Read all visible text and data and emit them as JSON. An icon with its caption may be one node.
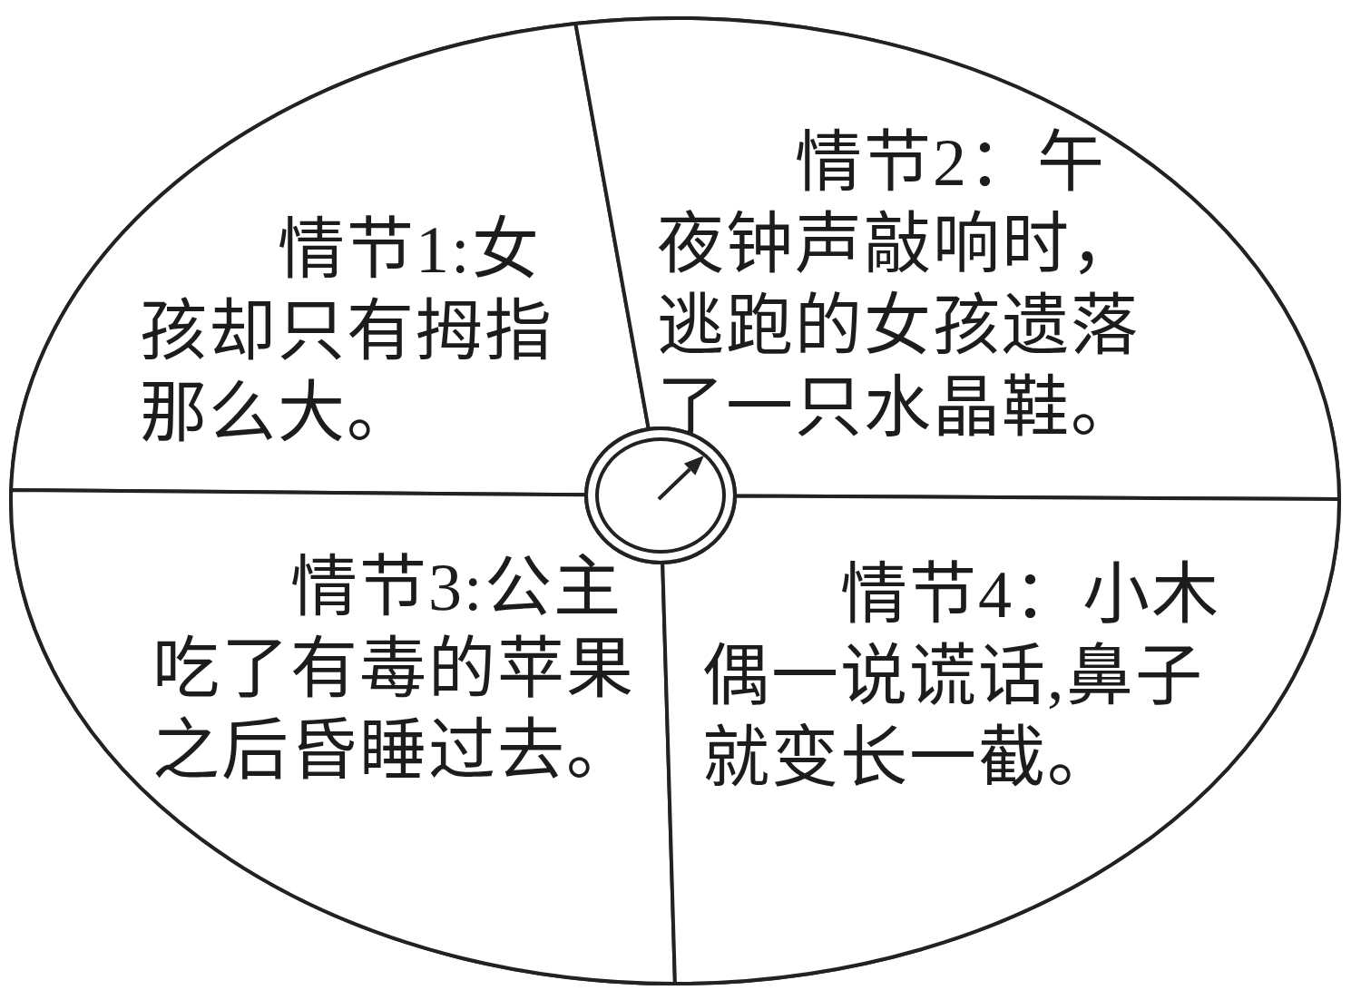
{
  "diagram": {
    "nodes": [
      {
        "text": [],
        "shape": "ellipse"
      },
      {
        "text": [
          "情节1:女孩却只有拇指那么大。"
        ],
        "in": 0
      },
      {
        "text": [
          "情节2：午夜钟声敲响时，逃跑的女孩遗落了一只水晶鞋。"
        ],
        "in": 0
      },
      {
        "text": [
          "情节3:公主吃了有毒的苹果之后昏睡过去。"
        ],
        "in": 0
      },
      {
        "text": [
          "情节4：小木偶一说谎话,鼻子就变长一截。"
        ],
        "in": 0
      },
      {
        "text": [],
        "shape": "circle",
        "in": 0
      }
    ]
  }
}
